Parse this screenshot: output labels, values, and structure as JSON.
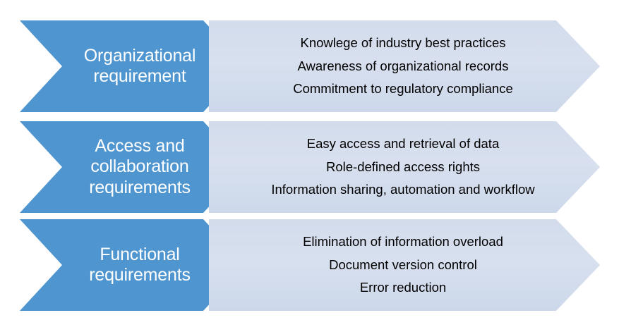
{
  "diagram": {
    "type": "chevron-process",
    "title": "",
    "colors": {
      "chevron_fill": "#4f95cf",
      "chevron_text": "#ffffff",
      "banner_fill": "#d6deec",
      "banner_text": "#000000",
      "background": "#ffffff"
    },
    "rows": [
      {
        "label": "Organizational\nrequirement",
        "items": [
          "Knowlege of industry best practices",
          "Awareness of organizational records",
          "Commitment to regulatory compliance"
        ]
      },
      {
        "label": "Access and\ncollaboration\nrequirements",
        "items": [
          "Easy access and retrieval of data",
          "Role-defined access rights",
          "Information sharing, automation and workflow"
        ]
      },
      {
        "label": "Functional\nrequirements",
        "items": [
          "Elimination of information overload",
          "Document version control",
          "Error reduction"
        ]
      }
    ]
  }
}
